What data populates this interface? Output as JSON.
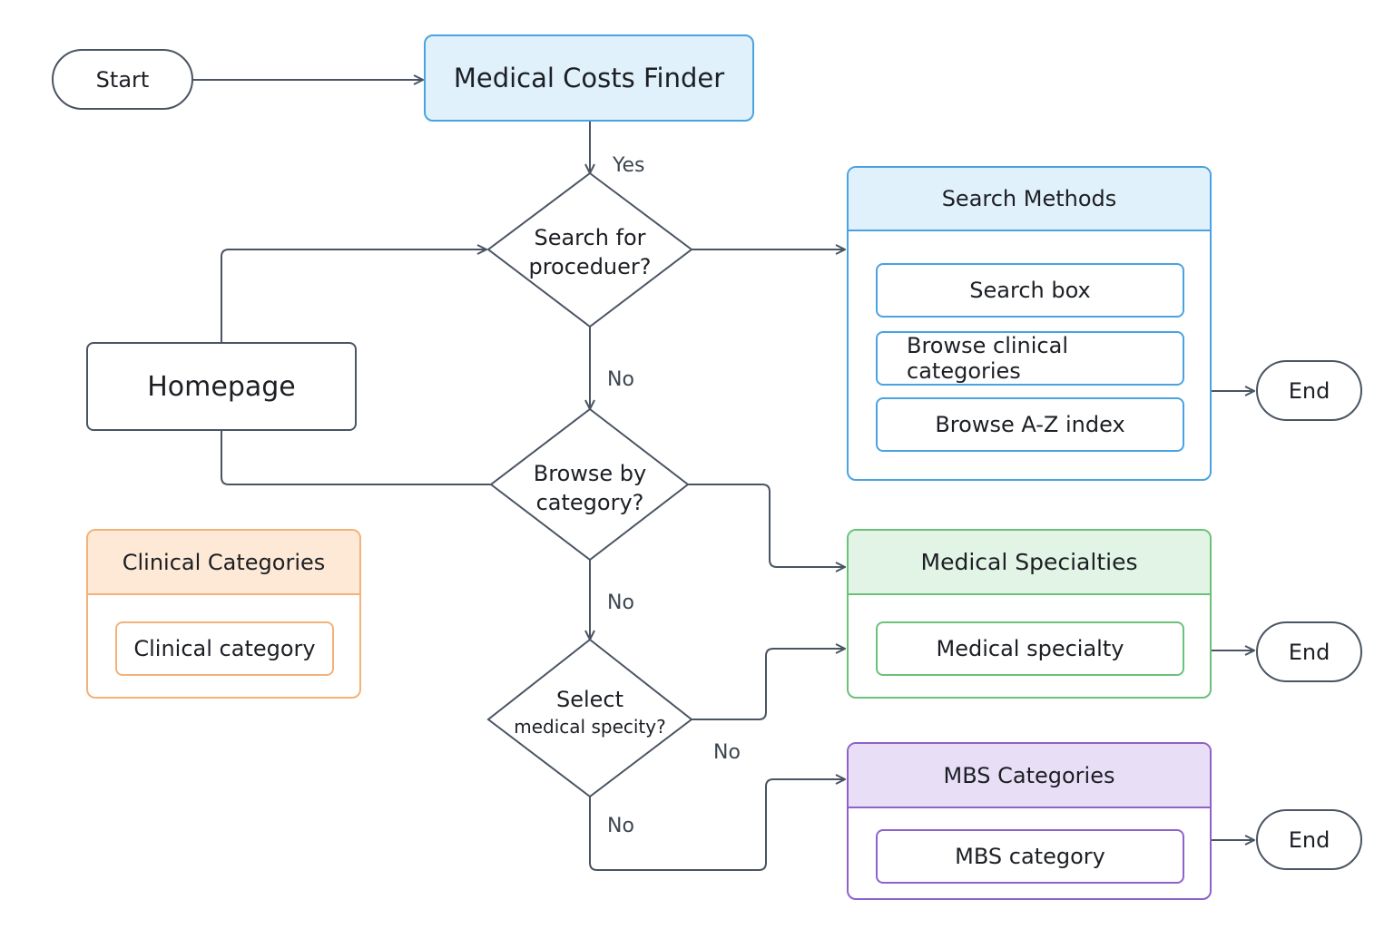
{
  "colors": {
    "line": "#4a5462",
    "blue": "#4aa3e0",
    "blue_fill": "#e1f1fc",
    "green": "#6cc17a",
    "green_fill": "#e2f4e5",
    "orange": "#f2b27a",
    "orange_fill": "#fde9d6",
    "purple": "#8e62c9",
    "purple_fill": "#e8dff7"
  },
  "nodes": {
    "start": "Start",
    "finder": "Medical Costs Finder",
    "homepage": "Homepage",
    "decision_search": "Search for\nproceduer?",
    "decision_browse": "Browse by\ncategory?",
    "decision_select_line1": "Select",
    "decision_select_line2": "medical specity?",
    "end_1": "End",
    "end_2": "End",
    "end_3": "End"
  },
  "edge_labels": {
    "yes": "Yes",
    "no_1": "No",
    "no_2": "No",
    "no_3": "No",
    "no_4": "No"
  },
  "groups": {
    "search_methods": {
      "title": "Search Methods",
      "items": [
        "Search box",
        "Browse clinical categories",
        "Browse A-Z index"
      ]
    },
    "medical_specialties": {
      "title": "Medical Specialties",
      "items": [
        "Medical specialty"
      ]
    },
    "mbs_categories": {
      "title": "MBS Categories",
      "items": [
        "MBS category"
      ]
    },
    "clinical_categories": {
      "title": "Clinical Categories",
      "items": [
        "Clinical category"
      ]
    }
  }
}
